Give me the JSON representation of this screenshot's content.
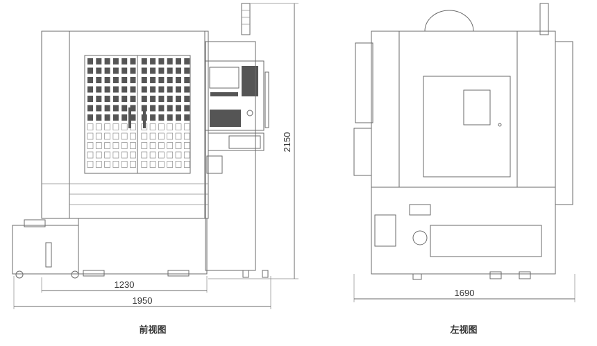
{
  "front_view": {
    "caption": "前视图",
    "dimensions": {
      "height": "2150",
      "base_width": "1230",
      "overall_width": "1950"
    }
  },
  "left_view": {
    "caption": "左视图",
    "dimensions": {
      "overall_depth": "1690"
    }
  },
  "colors": {
    "line": "#6a6a6a",
    "text": "#333333"
  }
}
